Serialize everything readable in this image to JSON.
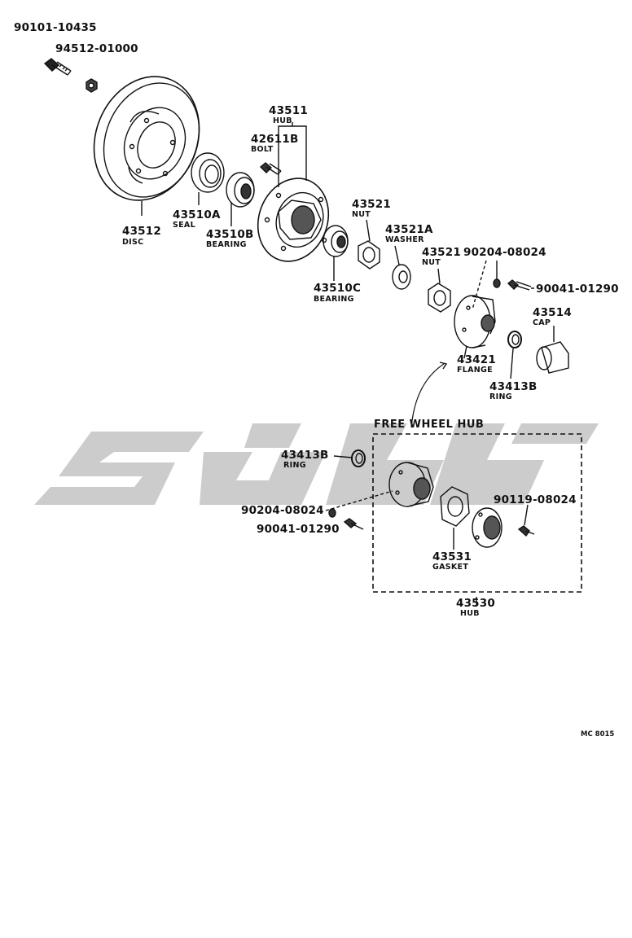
{
  "parts": [
    {
      "id": "p1",
      "number": "90101-10435"
    },
    {
      "id": "p2",
      "number": "94512-01000"
    },
    {
      "id": "p3",
      "number": "43512",
      "name": "DISC"
    },
    {
      "id": "p4",
      "number": "43510A",
      "name": "SEAL"
    },
    {
      "id": "p5",
      "number": "43510B",
      "name": "BEARING"
    },
    {
      "id": "p6",
      "number": "43511",
      "name": "HUB"
    },
    {
      "id": "p7",
      "number": "42611B",
      "name": "BOLT"
    },
    {
      "id": "p8",
      "number": "43510C",
      "name": "BEARING"
    },
    {
      "id": "p9",
      "number": "43521",
      "name": "NUT"
    },
    {
      "id": "p10",
      "number": "43521A",
      "name": "WASHER"
    },
    {
      "id": "p11",
      "number": "43521",
      "name": "NUT"
    },
    {
      "id": "p12",
      "number": "90204-08024"
    },
    {
      "id": "p13",
      "number": "90041-01290"
    },
    {
      "id": "p14",
      "number": "43514",
      "name": "CAP"
    },
    {
      "id": "p15",
      "number": "43421",
      "name": "FLANGE"
    },
    {
      "id": "p16",
      "number": "43413B",
      "name": "RING"
    },
    {
      "id": "p17",
      "number": "43413B",
      "name": "RING"
    },
    {
      "id": "p18",
      "number": "90204-08024"
    },
    {
      "id": "p19",
      "number": "90041-01290"
    },
    {
      "id": "p20",
      "number": "90119-08024"
    },
    {
      "id": "p21",
      "number": "43531",
      "name": "GASKET"
    },
    {
      "id": "p22",
      "number": "43530",
      "name": "HUB"
    }
  ],
  "group_label": "FREE WHEEL HUB",
  "figure_code": "MC 8015"
}
